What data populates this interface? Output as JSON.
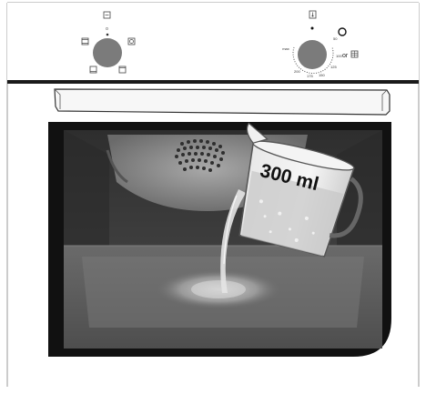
{
  "function_knob": {
    "top_label": "0",
    "top_icon": "oven-lamp-icon",
    "mode_icons": [
      "top-bottom-heat-icon",
      "bottom-heat-icon",
      "grill-icon",
      "fan-icon"
    ]
  },
  "thermostat_knob": {
    "top_icon": "thermometer-icon",
    "scale_labels": [
      "max",
      "50",
      "100",
      "125",
      "150",
      "175",
      "200"
    ],
    "or_text": "or",
    "off_icon": "circle-off-icon",
    "alt_icon": "grid-heat-icon"
  },
  "measuring_jug": {
    "volume_text": "300 ml"
  },
  "colors": {
    "knob": "#7b7b7b",
    "cavity_wall": "#3a3a3a",
    "cavity_floor": "#595959",
    "door_edge": "#111111"
  }
}
